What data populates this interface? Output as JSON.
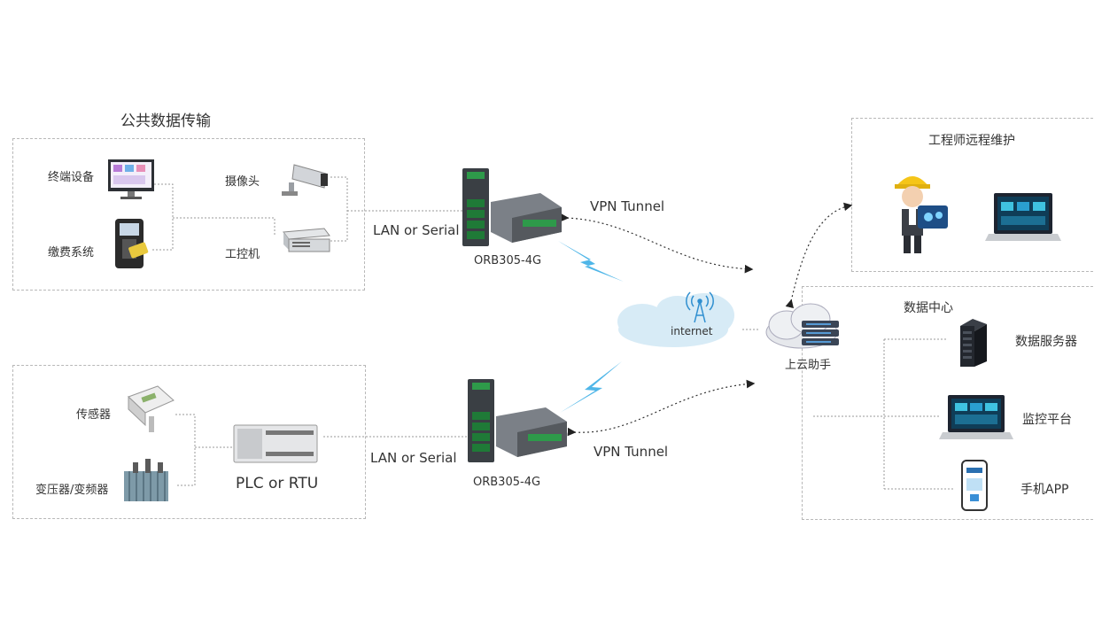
{
  "public_group": {
    "title": "公共数据传输",
    "devices": [
      {
        "label": "终端设备",
        "icon": "monitor-icon"
      },
      {
        "label": "缴费系统",
        "icon": "pos-terminal-icon"
      },
      {
        "label": "摄像头",
        "icon": "camera-icon"
      },
      {
        "label": "工控机",
        "icon": "industrial-pc-icon"
      }
    ]
  },
  "field_group": {
    "devices": [
      {
        "label": "传感器",
        "icon": "sensor-icon"
      },
      {
        "label": "变压器/变频器",
        "icon": "transformer-icon"
      }
    ],
    "controller": "PLC or RTU"
  },
  "links": {
    "lan_top": "LAN or Serial",
    "lan_bottom": "LAN or Serial",
    "vpn_top": "VPN Tunnel",
    "vpn_bottom": "VPN Tunnel"
  },
  "routers": {
    "top": "ORB305-4G",
    "bottom": "ORB305-4G"
  },
  "internet": {
    "label": "internet",
    "icon": "antenna-icon"
  },
  "cloud_assistant": {
    "label": "上云助手",
    "icon": "cloud-server-icon"
  },
  "engineer_group": {
    "title": "工程师远程维护",
    "icons": [
      "engineer-icon",
      "laptop-icon"
    ]
  },
  "data_center": {
    "title": "数据中心",
    "items": [
      {
        "label": "数据服务器",
        "icon": "server-icon"
      },
      {
        "label": "监控平台",
        "icon": "laptop-icon"
      },
      {
        "label": "手机APP",
        "icon": "phone-icon"
      }
    ]
  },
  "colors": {
    "lightning": "#4fb6e8",
    "cloud": "#cfe6f3",
    "router_green": "#2e9a4a",
    "router_dark": "#3a3f44",
    "border": "#b8b8b8"
  }
}
